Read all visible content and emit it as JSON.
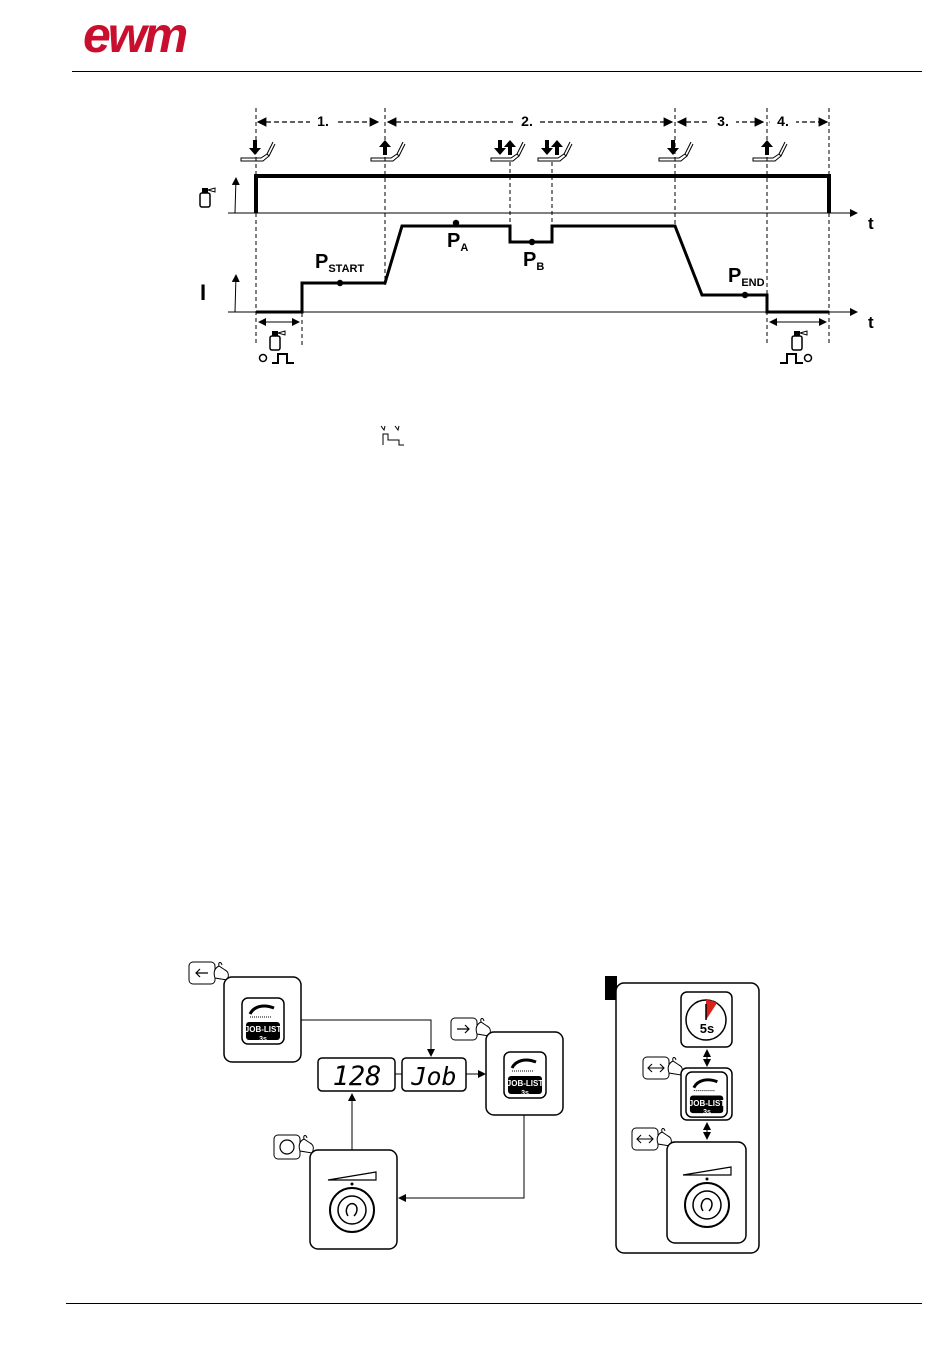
{
  "header": {
    "logo_text": "ewm"
  },
  "process_diagram": {
    "steps": [
      "1.",
      "2.",
      "3.",
      "4."
    ],
    "time_axis_label": "t",
    "current_axis_label": "I",
    "points": {
      "p_start": {
        "main": "P",
        "sub": "START"
      },
      "p_a": {
        "main": "P",
        "sub": "A"
      },
      "p_b": {
        "main": "P",
        "sub": "B"
      },
      "p_end": {
        "main": "P",
        "sub": "END"
      }
    }
  },
  "job_list_flow": {
    "display_left": "128",
    "display_right": "Job",
    "job_list_label": "JOB-LIST",
    "hold_label": "3s",
    "timeout_label": "5s"
  },
  "colors": {
    "brand": "#c8102e",
    "line": "#000000",
    "timer_accent": "#d9241c"
  }
}
